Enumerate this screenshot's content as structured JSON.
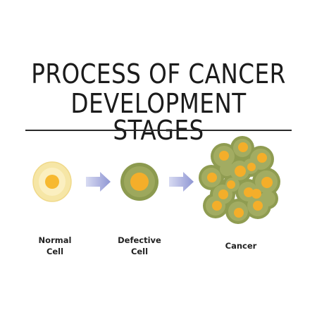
{
  "title": {
    "line1": "PROCESS OF CANCER",
    "line2": "DEVELOPMENT STAGES"
  },
  "stages": [
    {
      "line1": "Normal",
      "line2": "Cell"
    },
    {
      "line1": "Defective",
      "line2": "Cell"
    },
    {
      "line1": "Cancer"
    }
  ],
  "colors": {
    "normal_outer": "#f6e6a6",
    "normal_nucleus": "#f7b930",
    "defective_outer": "#8c9a4f",
    "defective_nucleus": "#f4ae2a",
    "cancer_outer": "#8f9c51",
    "arrow": "#9aa0d6",
    "text": "#1b1b1b"
  }
}
